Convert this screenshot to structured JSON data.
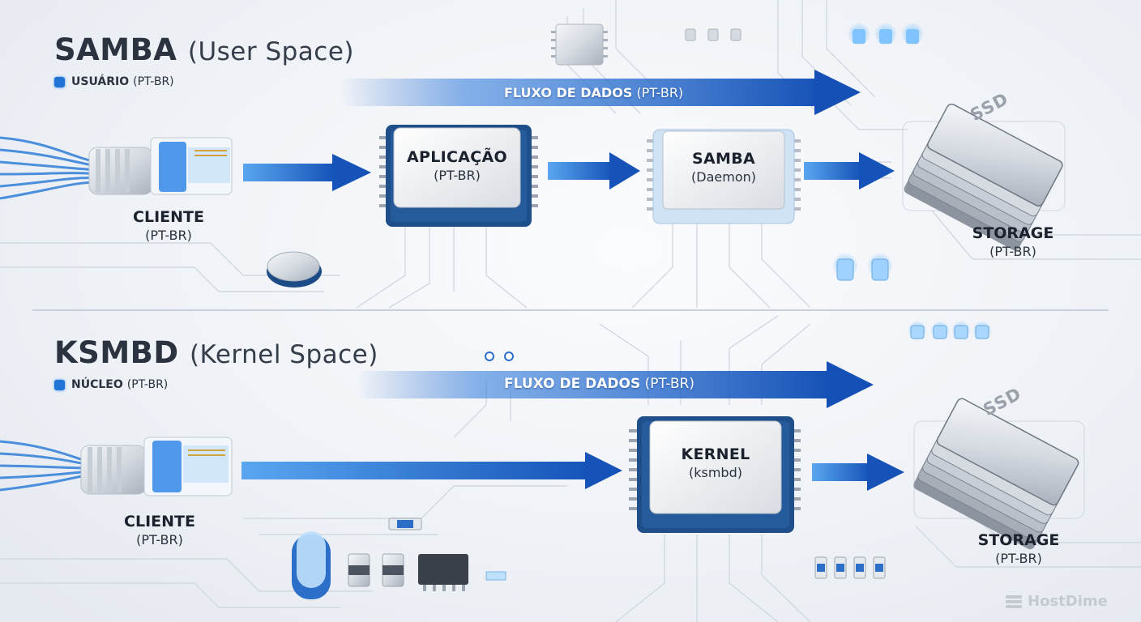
{
  "sections": [
    {
      "title": "SAMBA",
      "subtitle": "(User Space)",
      "legend_bold": "USUÁRIO",
      "legend_light": "(PT-BR)",
      "flow_bold": "FLUXO DE DADOS",
      "flow_light": "(PT-BR)",
      "client_name": "CLIENTE",
      "client_desc": "(PT-BR)",
      "chips": [
        {
          "name": "APLICAÇÃO",
          "desc": "(PT-BR)"
        },
        {
          "name": "SAMBA",
          "desc": "(Daemon)"
        }
      ],
      "storage_name": "STORAGE",
      "storage_desc": "(PT-BR)",
      "ssd_label": "SSD"
    },
    {
      "title": "KSMBD",
      "subtitle": "(Kernel Space)",
      "legend_bold": "NÚCLEO",
      "legend_light": "(PT-BR)",
      "flow_bold": "FLUXO DE DADOS",
      "flow_light": "(PT-BR)",
      "client_name": "CLIENTE",
      "client_desc": "(PT-BR)",
      "chips": [
        {
          "name": "KERNEL",
          "desc": "(ksmbd)"
        }
      ],
      "storage_name": "STORAGE",
      "storage_desc": "(PT-BR)",
      "ssd_label": "SSD"
    }
  ],
  "brand": "HostDime",
  "colors": {
    "accent": "#1f74d6",
    "flow": "#1a5fc4",
    "chip_dark": "#1e4f8a",
    "chip_light": "#cfe3f5"
  }
}
